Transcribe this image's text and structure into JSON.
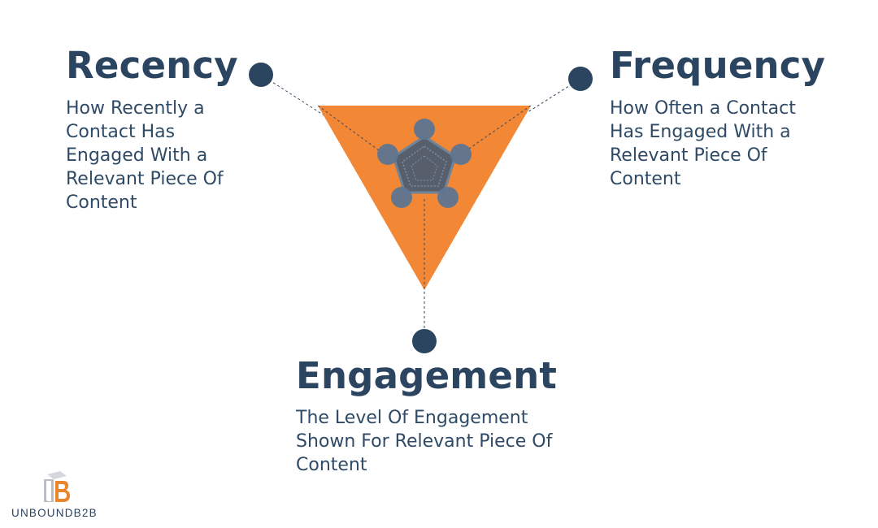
{
  "nodes": {
    "recency": {
      "title": "Recency",
      "description_lines": [
        "How Recently a",
        "Contact Has",
        "Engaged With a",
        "Relevant Piece Of",
        "Content"
      ]
    },
    "frequency": {
      "title": "Frequency",
      "description_lines": [
        "How Often a Contact",
        "Has Engaged With a",
        "Relevant Piece Of",
        "Content"
      ]
    },
    "engagement": {
      "title": "Engagement",
      "description_lines": [
        "The Level Of Engagement",
        "Shown For Relevant Piece Of",
        "Content"
      ]
    }
  },
  "logo": {
    "text": "UNBOUNDB2B"
  },
  "colors": {
    "triangle": "#f28735",
    "dark_navy": "#2b4460",
    "text": "#2f4a66",
    "logo_orange": "#e8862e",
    "logo_grey": "#b9bec6"
  }
}
